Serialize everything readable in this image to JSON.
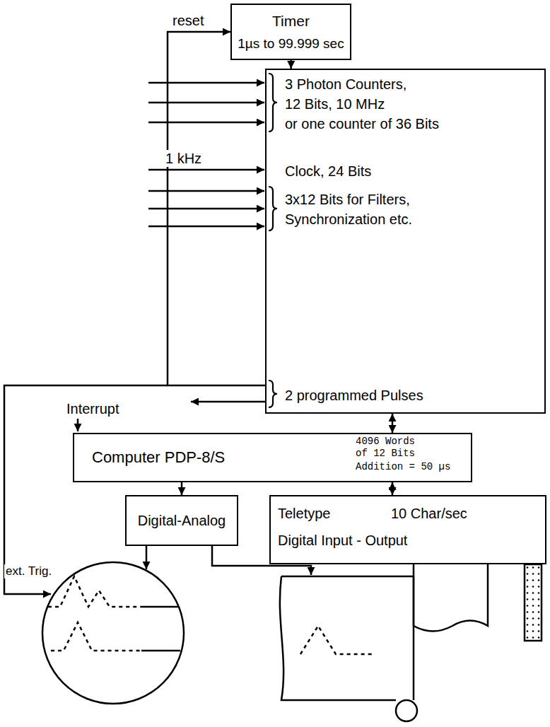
{
  "diagram": {
    "nodes": [
      {
        "text": [
          "Timer",
          "1µs to 99.999 sec"
        ]
      },
      {
        "text": [
          "3 Photon Counters, 12 Bits, 10 MHz",
          "or one counter of 36 Bits",
          "Clock, 24 Bits",
          "3x12 Bits for Filters, Synchronization etc.",
          "2 programmed Pulses"
        ]
      },
      {
        "text": [
          "Computer PDP-8/S",
          "4096 Words of 12 Bits",
          "Addition = 50 µs"
        ]
      },
      {
        "text": [
          "Digital-Analog"
        ]
      },
      {
        "text": [
          "Teletype",
          "10 Char/sec",
          "Digital Input - Output"
        ]
      }
    ],
    "edges": [
      {
        "from": 0,
        "to": 1,
        "arrow": "to"
      },
      {
        "from": 1,
        "to": 0,
        "label": "reset",
        "arrow": "to"
      },
      {
        "from": 1,
        "to": 2,
        "arrow": "both"
      },
      {
        "from": 2,
        "to": 3,
        "arrow": "to"
      },
      {
        "from": 2,
        "to": 4,
        "arrow": "both"
      }
    ],
    "labels": [
      "1 kHz",
      "Interrupt",
      "ext. Trig."
    ]
  }
}
